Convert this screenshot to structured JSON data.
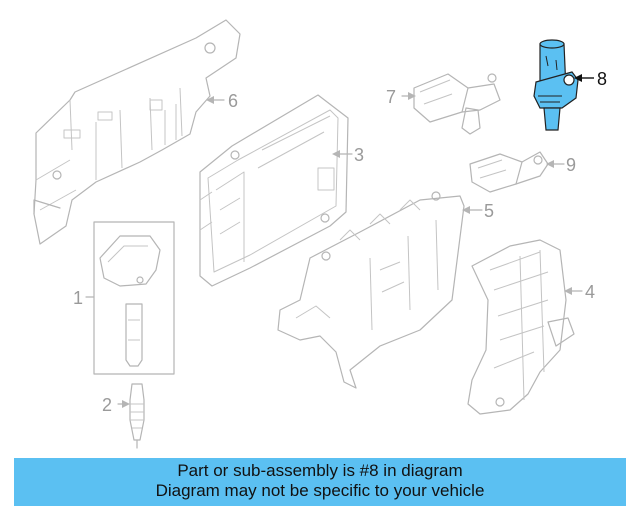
{
  "diagram": {
    "callouts": {
      "c1": "1",
      "c2": "2",
      "c3": "3",
      "c4": "4",
      "c5": "5",
      "c6": "6",
      "c7": "7",
      "c8": "8",
      "c9": "9"
    },
    "highlight_color": "#5bc0f2",
    "highlighted_part": "8"
  },
  "banner": {
    "line1": "Part or sub-assembly is #8 in diagram",
    "line2": "Diagram may not be specific to your vehicle"
  }
}
